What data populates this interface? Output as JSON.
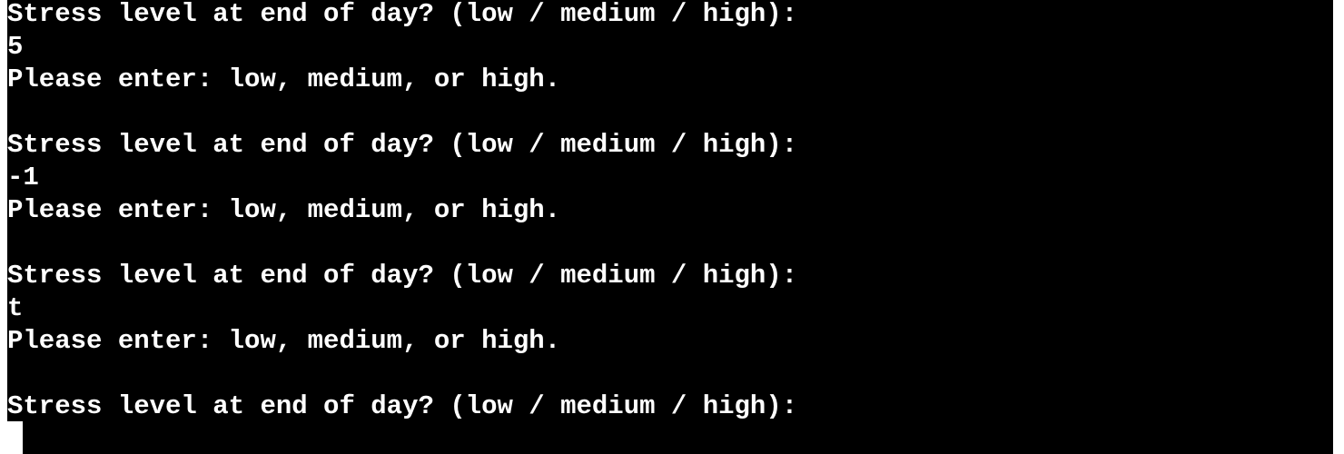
{
  "terminal": {
    "lines": [
      "Stress level at end of day? (low / medium / high):",
      "5",
      "Please enter: low, medium, or high.",
      "",
      "Stress level at end of day? (low / medium / high):",
      "-1",
      "Please enter: low, medium, or high.",
      "",
      "Stress level at end of day? (low / medium / high):",
      "t",
      "Please enter: low, medium, or high.",
      "",
      "Stress level at end of day? (low / medium / high):"
    ],
    "colors": {
      "background": "#000000",
      "text": "#ffffff",
      "cursor": "#ffffff"
    }
  }
}
